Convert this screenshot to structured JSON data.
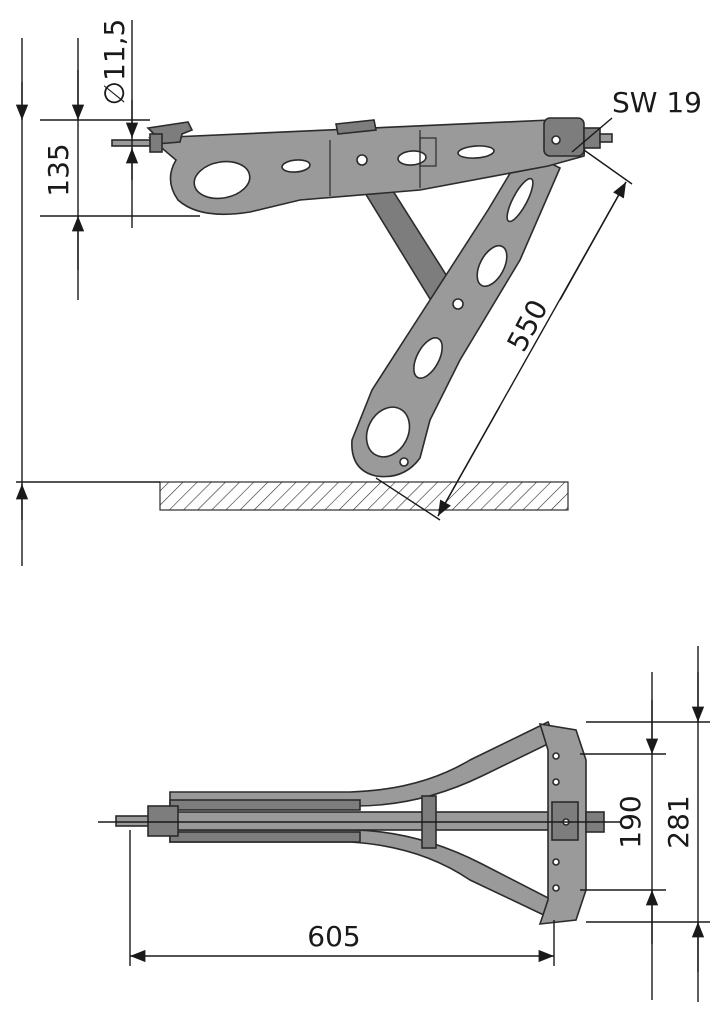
{
  "dimensions": {
    "diameter_label": "∅11,5",
    "height_label": "135",
    "wrench_label": "SW 19",
    "length_label": "550",
    "width_inner_label": "190",
    "width_outer_label": "281",
    "total_length_label": "605"
  },
  "colors": {
    "part_fill": "#9a9a9a",
    "outline": "#2b2b2b",
    "dimension": "#1a1a1a"
  }
}
